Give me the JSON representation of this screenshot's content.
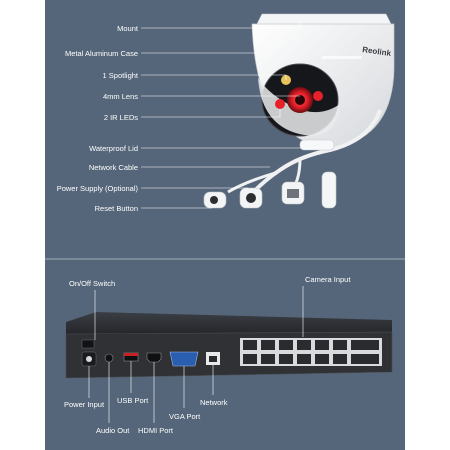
{
  "colors": {
    "panel": "#55667a",
    "accent_red": "#e8202a",
    "camera_white": "#f2f3f4",
    "nvr_dark": "#2b2d31"
  },
  "camera": {
    "brand": "Reolink",
    "callouts": [
      "Mount",
      "Metal Aluminum Case",
      "1 Spotlight",
      "4mm Lens",
      "2 IR LEDs",
      "Waterproof Lid",
      "Network Cable",
      "Power Supply (Optional)",
      "Reset Button"
    ]
  },
  "nvr": {
    "top_callouts": {
      "switch": "On/Off Switch",
      "camera_input": "Camera Input"
    },
    "bottom_callouts": {
      "power": "Power Input",
      "audio": "Audio Out",
      "usb": "USB Port",
      "hdmi": "HDMI Port",
      "vga": "VGA Port",
      "network": "Network"
    }
  }
}
